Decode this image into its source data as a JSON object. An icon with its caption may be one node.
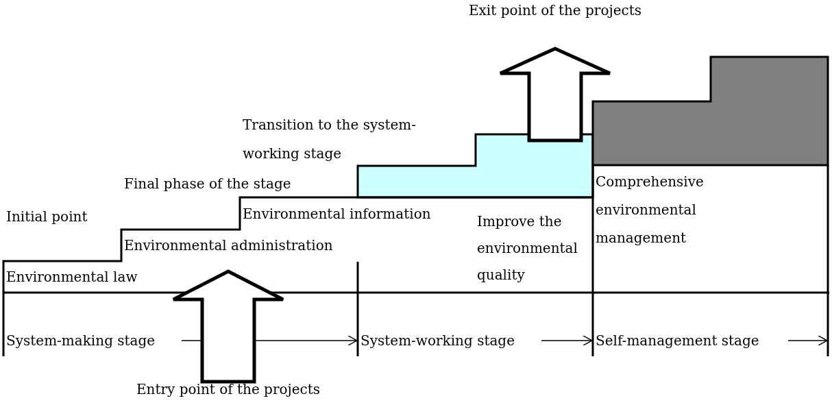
{
  "diagram": {
    "labels": [
      "Exit point of the projects",
      "Transition to the system-working stage",
      "Final phase of the stage",
      "Initial point",
      "Environmental information",
      "Improve the environmental quality",
      "Comprehensive environmental management",
      "Environmental administration",
      "Environmental law",
      "System-making stage",
      "System-working stage",
      "Self-management stage",
      "Entry point of the projects"
    ]
  }
}
